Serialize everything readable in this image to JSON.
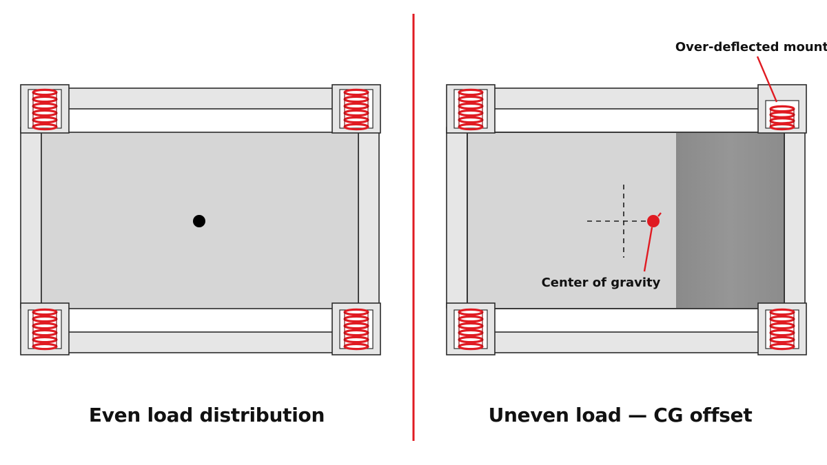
{
  "left_panel": {
    "caption": "Even load distribution"
  },
  "right_panel": {
    "caption": "Uneven load — CG offset",
    "cg_label": "Center of gravity",
    "mount_label": "Over-deflected mount"
  },
  "colors": {
    "accent_red": "#e01b22",
    "frame_fill": "#e6e6e6",
    "frame_stroke": "#2a2a2a",
    "load_fill": "#d6d6d6",
    "heavy_fill": "#8f8f8f",
    "cg_dot_even": "#000000"
  },
  "icons": {
    "mount": "coil-spring-icon",
    "cg_marker": "crosshair-icon"
  }
}
